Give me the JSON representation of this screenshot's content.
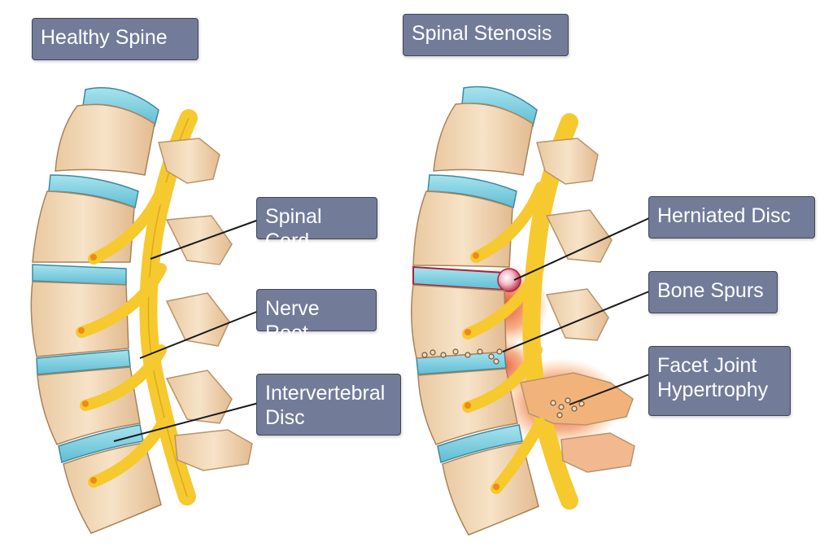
{
  "titles": {
    "left": "Healthy Spine",
    "right": "Spinal Stenosis"
  },
  "labels": {
    "spinal_cord": "Spinal Cord",
    "nerve_root": "Nerve Root",
    "intervertebral_disc_line1": "Intervertebral",
    "intervertebral_disc_line2": "Disc",
    "herniated_disc": "Herniated Disc",
    "bone_spurs": "Bone Spurs",
    "facet_line1": "Facet Joint",
    "facet_line2": "Hypertrophy"
  },
  "colors": {
    "label_bg": "#727c99",
    "vertebra": "#f3d9b8",
    "vertebra_shade": "#d9b48a",
    "disc": "#7fcfe0",
    "nerve": "#f6c92e",
    "inflammation": "#e8452a",
    "outline": "#2f2f2f"
  }
}
